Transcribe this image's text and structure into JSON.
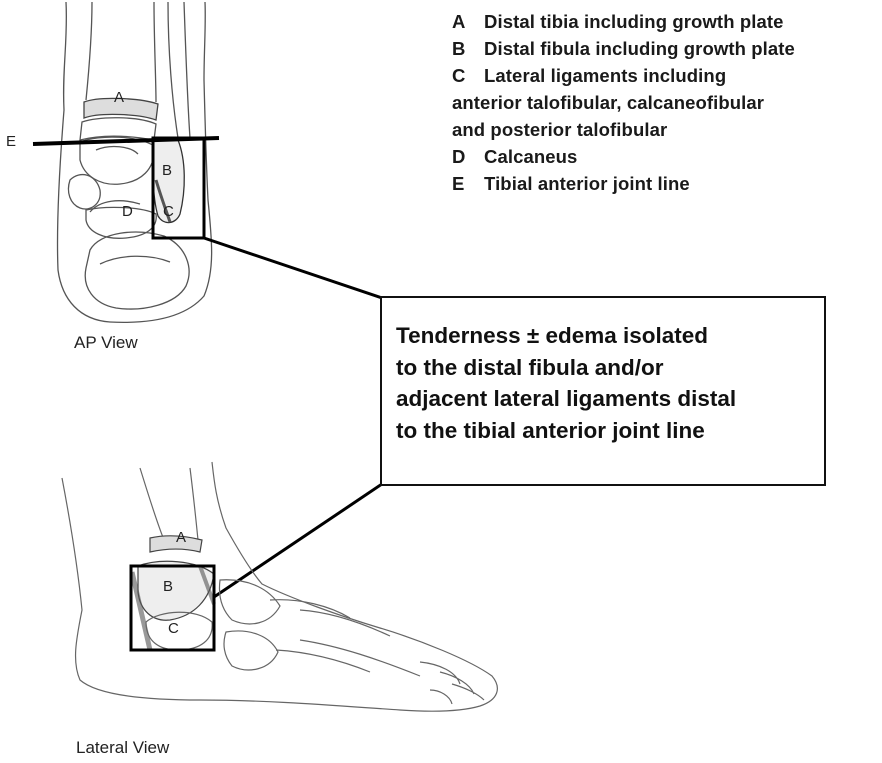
{
  "legend": [
    {
      "letter": "A",
      "text": "Distal tibia including growth plate"
    },
    {
      "letter": "B",
      "text": "Distal fibula including growth plate"
    },
    {
      "letter": "C",
      "text": "Lateral ligaments including",
      "continuation": [
        "anterior talofibular, calcaneofibular",
        "and posterior talofibular"
      ]
    },
    {
      "letter": "D",
      "text": "Calcaneus"
    },
    {
      "letter": "E",
      "text": "Tibial anterior joint line"
    }
  ],
  "callout": {
    "lines": [
      "Tenderness ± edema isolated",
      "to the distal fibula and/or",
      "adjacent lateral ligaments distal",
      "to the tibial anterior joint line"
    ]
  },
  "views": {
    "ap": {
      "label": "AP View",
      "markers": {
        "A": "A",
        "B": "B",
        "C": "C",
        "D": "D",
        "E": "E"
      }
    },
    "lateral": {
      "label": "Lateral View",
      "markers": {
        "A": "A",
        "B": "B",
        "C": "C"
      }
    }
  }
}
